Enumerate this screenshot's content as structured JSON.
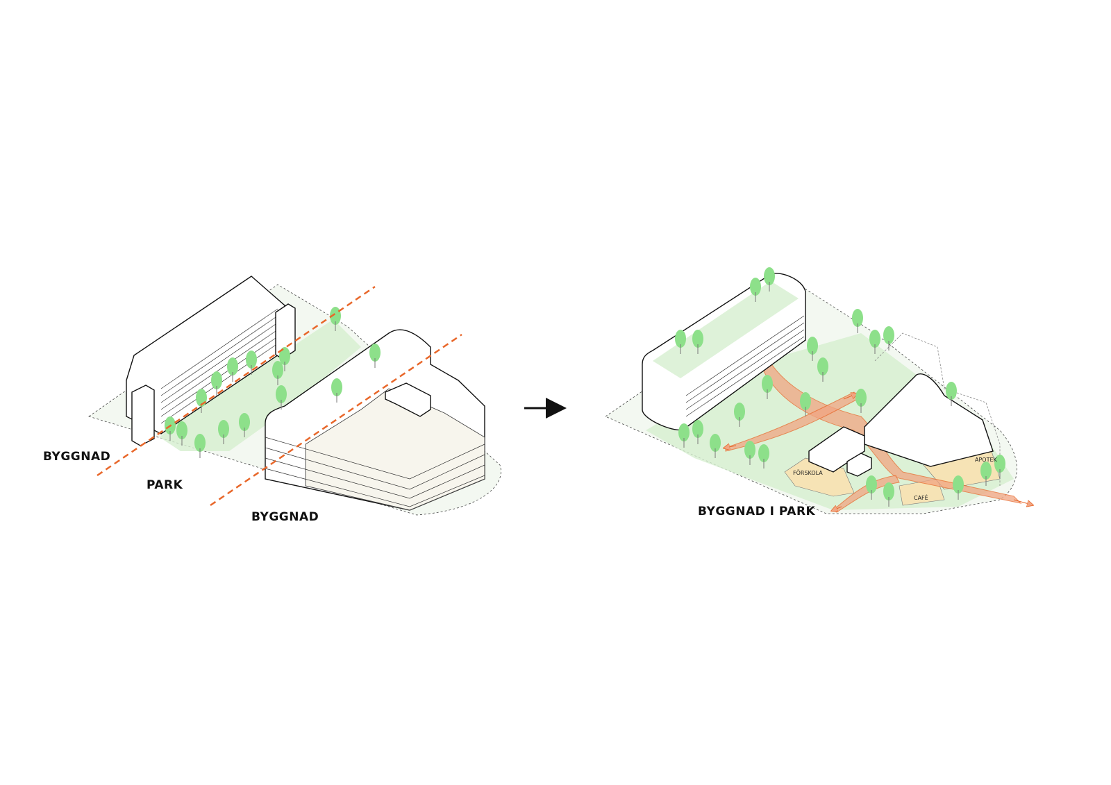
{
  "left_diagram": {
    "labels": {
      "building_top": "BYGGNAD",
      "park": "PARK",
      "building_bottom": "BYGGNAD"
    }
  },
  "right_diagram": {
    "title": "BYGGNAD I PARK",
    "zones": {
      "preschool": "FÖRSKOLA",
      "cafe": "CAFÉ",
      "pharmacy": "APOTEK"
    }
  },
  "colors": {
    "cut_line": "#e8672a",
    "park_green": "#d6efcf",
    "tree_green": "#8de08a",
    "path_orange": "#f1a582",
    "zone_yellow": "#f6e3b5"
  }
}
